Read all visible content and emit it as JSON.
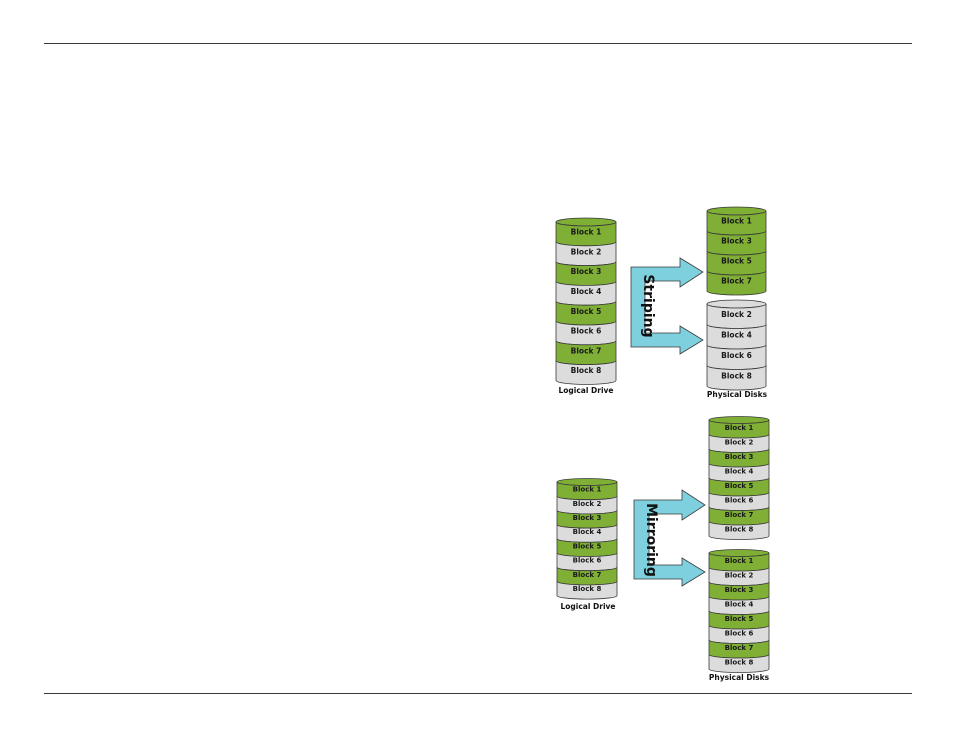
{
  "colors": {
    "green_block": "#7faf35",
    "gray_block": "#dcdcdc",
    "arrow_fill": "#7fd0de",
    "outline": "#3a3a3a"
  },
  "striping": {
    "arrow_label": "Striping",
    "logical_drive": {
      "caption": "Logical Drive",
      "blocks": [
        "Block 1",
        "Block 2",
        "Block 3",
        "Block 4",
        "Block 5",
        "Block 6",
        "Block 7",
        "Block 8"
      ]
    },
    "physical_disks": {
      "caption": "Physical Disks",
      "disk_1": [
        "Block 1",
        "Block 3",
        "Block 5",
        "Block 7"
      ],
      "disk_2": [
        "Block 2",
        "Block 4",
        "Block 6",
        "Block 8"
      ]
    }
  },
  "mirroring": {
    "arrow_label": "Mirroring",
    "logical_drive": {
      "caption": "Logical Drive",
      "blocks": [
        "Block 1",
        "Block 2",
        "Block 3",
        "Block 4",
        "Block 5",
        "Block 6",
        "Block 7",
        "Block 8"
      ]
    },
    "physical_disks": {
      "caption": "Physical Disks",
      "disk_1": [
        "Block 1",
        "Block 2",
        "Block 3",
        "Block 4",
        "Block 5",
        "Block 6",
        "Block 7",
        "Block 8"
      ],
      "disk_2": [
        "Block 1",
        "Block 2",
        "Block 3",
        "Block 4",
        "Block 5",
        "Block 6",
        "Block 7",
        "Block 8"
      ]
    }
  }
}
